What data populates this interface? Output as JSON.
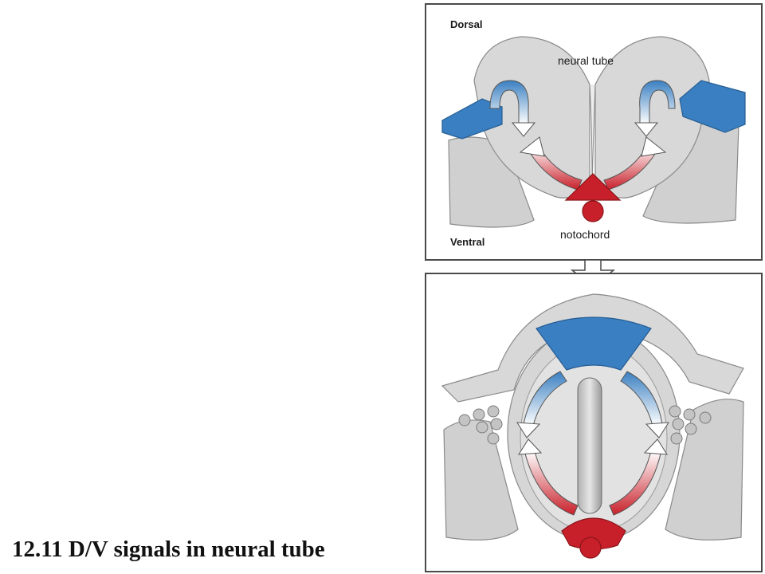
{
  "caption": "12.11 D/V signals in neural tube",
  "top_panel": {
    "dorsal_label": "Dorsal",
    "ventral_label": "Ventral",
    "neural_tube_label": "neural tube",
    "notochord_label": "notochord"
  },
  "colors": {
    "signal_dorsal": "#3a7fc1",
    "signal_ventral": "#c8202a",
    "tissue": "#d8d8d8",
    "tissue_outline": "#8a8a8a"
  }
}
